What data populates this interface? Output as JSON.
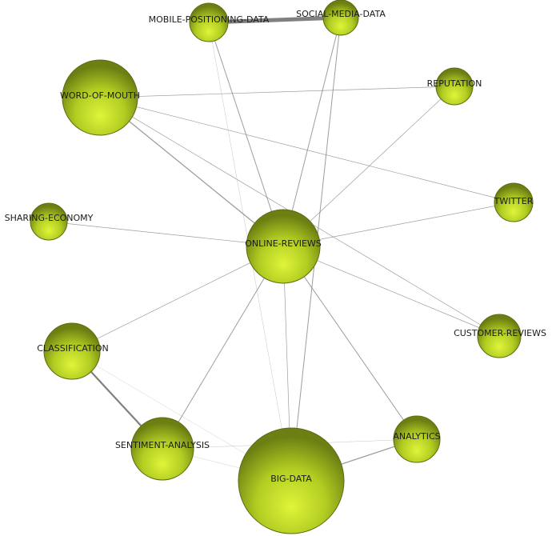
{
  "graph": {
    "nodes": [
      {
        "id": "big-data",
        "label": "BIG-DATA",
        "weight": 5
      },
      {
        "id": "online-reviews",
        "label": "ONLINE-REVIEWS",
        "weight": 4
      },
      {
        "id": "word-of-mouth",
        "label": "WORD-OF-MOUTH",
        "weight": 4
      },
      {
        "id": "classification",
        "label": "CLASSIFICATION",
        "weight": 3
      },
      {
        "id": "sentiment-analysis",
        "label": "SENTIMENT-ANALYSIS",
        "weight": 3
      },
      {
        "id": "analytics",
        "label": "ANALYTICS",
        "weight": 2
      },
      {
        "id": "customer-reviews",
        "label": "CUSTOMER-REVIEWS",
        "weight": 2
      },
      {
        "id": "twitter",
        "label": "TWITTER",
        "weight": 2
      },
      {
        "id": "sharing-economy",
        "label": "SHARING-ECONOMY",
        "weight": 2
      },
      {
        "id": "reputation",
        "label": "REPUTATION",
        "weight": 2
      },
      {
        "id": "mobile-positioning-data",
        "label": "MOBILE-POSITIONING-DATA",
        "weight": 2
      },
      {
        "id": "social-media-data",
        "label": "SOCIAL-MEDIA-DATA",
        "weight": 2
      }
    ],
    "edges": [
      {
        "source": "mobile-positioning-data",
        "target": "social-media-data",
        "strength": 5
      },
      {
        "source": "mobile-positioning-data",
        "target": "online-reviews",
        "strength": 1
      },
      {
        "source": "mobile-positioning-data",
        "target": "big-data",
        "strength": 0.5
      },
      {
        "source": "social-media-data",
        "target": "online-reviews",
        "strength": 1
      },
      {
        "source": "social-media-data",
        "target": "big-data",
        "strength": 1
      },
      {
        "source": "word-of-mouth",
        "target": "reputation",
        "strength": 0.7
      },
      {
        "source": "word-of-mouth",
        "target": "twitter",
        "strength": 0.7
      },
      {
        "source": "word-of-mouth",
        "target": "online-reviews",
        "strength": 1.3
      },
      {
        "source": "word-of-mouth",
        "target": "customer-reviews",
        "strength": 0.7
      },
      {
        "source": "reputation",
        "target": "online-reviews",
        "strength": 0.7
      },
      {
        "source": "sharing-economy",
        "target": "online-reviews",
        "strength": 0.7
      },
      {
        "source": "twitter",
        "target": "online-reviews",
        "strength": 0.7
      },
      {
        "source": "online-reviews",
        "target": "customer-reviews",
        "strength": 0.7
      },
      {
        "source": "online-reviews",
        "target": "classification",
        "strength": 0.7
      },
      {
        "source": "online-reviews",
        "target": "sentiment-analysis",
        "strength": 1
      },
      {
        "source": "online-reviews",
        "target": "big-data",
        "strength": 0.7
      },
      {
        "source": "online-reviews",
        "target": "analytics",
        "strength": 1
      },
      {
        "source": "classification",
        "target": "sentiment-analysis",
        "strength": 2.2
      },
      {
        "source": "classification",
        "target": "big-data",
        "strength": 0.4
      },
      {
        "source": "sentiment-analysis",
        "target": "big-data",
        "strength": 0.4
      },
      {
        "source": "sentiment-analysis",
        "target": "analytics",
        "strength": 0.5
      },
      {
        "source": "big-data",
        "target": "analytics",
        "strength": 1.3
      }
    ]
  },
  "colors": {
    "node_fill_light": "#dff53a",
    "node_fill_mid": "#a9c41f",
    "node_fill_dark": "#6b7f12",
    "node_outline": "#5c6d10",
    "edge": "#8c8c8c",
    "edge_strong": "#6a6a6a",
    "label": "#1a1a1a"
  }
}
